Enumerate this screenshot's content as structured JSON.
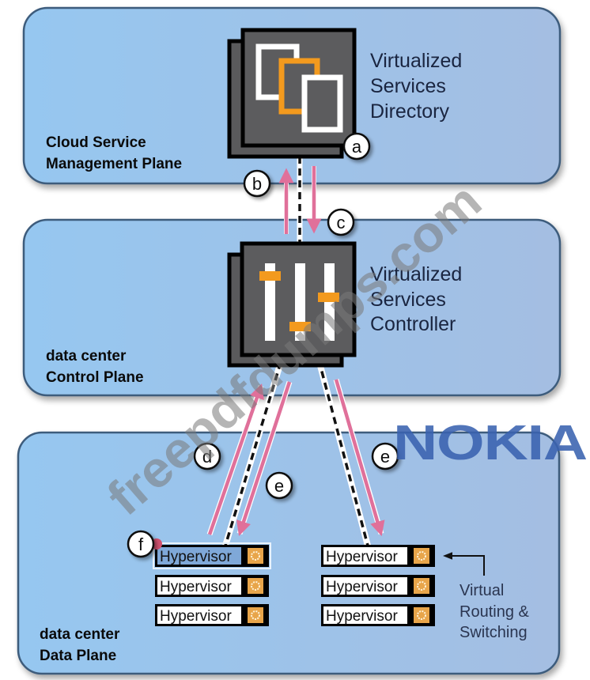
{
  "planes": [
    {
      "id": "management",
      "label_lines": [
        "Cloud Service",
        "Management Plane"
      ]
    },
    {
      "id": "control",
      "label_lines": [
        "data center",
        "Control Plane"
      ]
    },
    {
      "id": "data",
      "label_lines": [
        "data center",
        "Data Plane"
      ]
    }
  ],
  "components": {
    "vsd": {
      "label_lines": [
        "Virtualized",
        "Services",
        "Directory"
      ],
      "icon": "stacked-windows-icon"
    },
    "vsc": {
      "label_lines": [
        "Virtualized",
        "Services",
        "Controller"
      ],
      "icon": "slider-controls-icon"
    }
  },
  "markers": {
    "a": "a",
    "b": "b",
    "c": "c",
    "d": "d",
    "e1": "e",
    "e2": "e",
    "f": "f"
  },
  "hypervisors": {
    "label": "Hypervisor",
    "icon": "gear-icon",
    "left_group": [
      "Hypervisor",
      "Hypervisor",
      "Hypervisor"
    ],
    "right_group": [
      "Hypervisor",
      "Hypervisor",
      "Hypervisor"
    ],
    "highlighted_index": 0
  },
  "vrs_callout": {
    "label_lines": [
      "Virtual",
      "Routing &",
      "Switching"
    ],
    "icon": "arrow-left-icon"
  },
  "logo": {
    "text": "NOKIA"
  },
  "watermark": {
    "text": "freepdfdumps.com"
  },
  "colors": {
    "panel_fill_left": "#97c6ef",
    "panel_fill_right": "#a3bfe3",
    "panel_border": "#3c5b7c",
    "icon_dark": "#5a5a5c",
    "icon_orange": "#f39a1e",
    "arrow_pink": "#e0709a",
    "nokia_blue": "#3a62b0",
    "hv_highlight": "#7fa8d8",
    "gear_bg": "#e8a54a"
  }
}
